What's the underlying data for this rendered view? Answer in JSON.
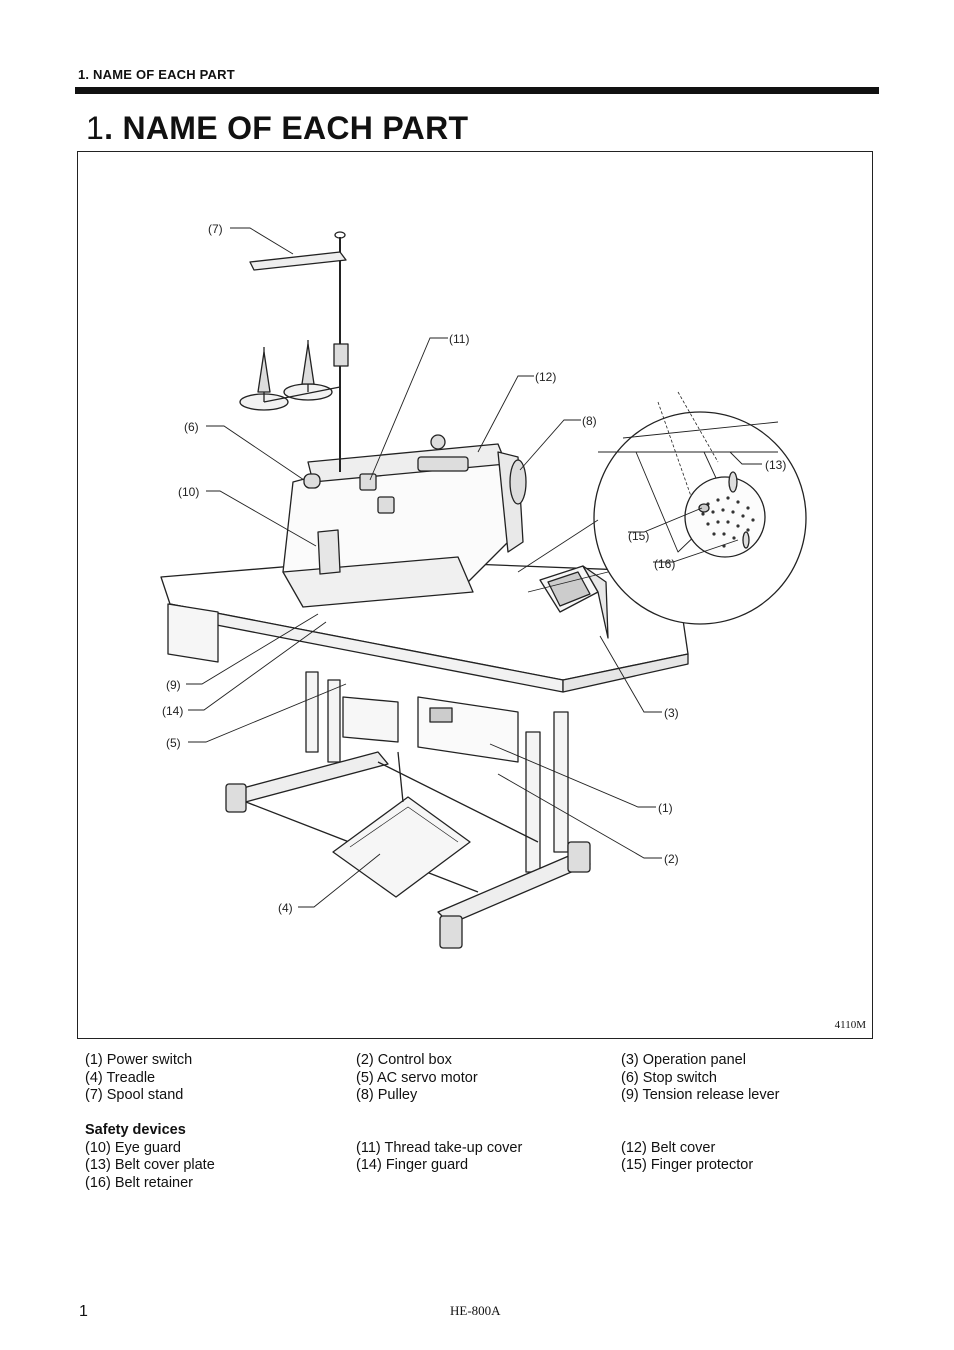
{
  "header": {
    "running_title": "1. NAME OF EACH PART"
  },
  "title": {
    "number": "1",
    "text": ". NAME OF EACH PART"
  },
  "figure": {
    "code": "4110M",
    "callouts": {
      "c1": "(1)",
      "c2": "(2)",
      "c3": "(3)",
      "c4": "(4)",
      "c5": "(5)",
      "c6": "(6)",
      "c7": "(7)",
      "c8": "(8)",
      "c9": "(9)",
      "c10": "(10)",
      "c11": "(11)",
      "c12": "(12)",
      "c13": "(13)",
      "c14": "(14)",
      "c15": "(15)",
      "c16": "(16)"
    }
  },
  "parts": {
    "r1": [
      "(1) Power switch",
      "(2) Control box",
      "(3) Operation panel"
    ],
    "r2": [
      "(4) Treadle",
      "(5) AC servo motor",
      "(6) Stop switch"
    ],
    "r3": [
      "(7) Spool stand",
      "(8) Pulley",
      "(9) Tension release lever"
    ]
  },
  "safety": {
    "label": "Safety devices",
    "r1": [
      "(10) Eye guard",
      "(11) Thread take-up cover",
      "(12) Belt cover"
    ],
    "r2": [
      "(13) Belt cover plate",
      "(14) Finger guard",
      "(15) Finger protector"
    ],
    "r3": [
      "(16) Belt retainer"
    ]
  },
  "footer": {
    "page_number": "1",
    "model": "HE-800A"
  }
}
